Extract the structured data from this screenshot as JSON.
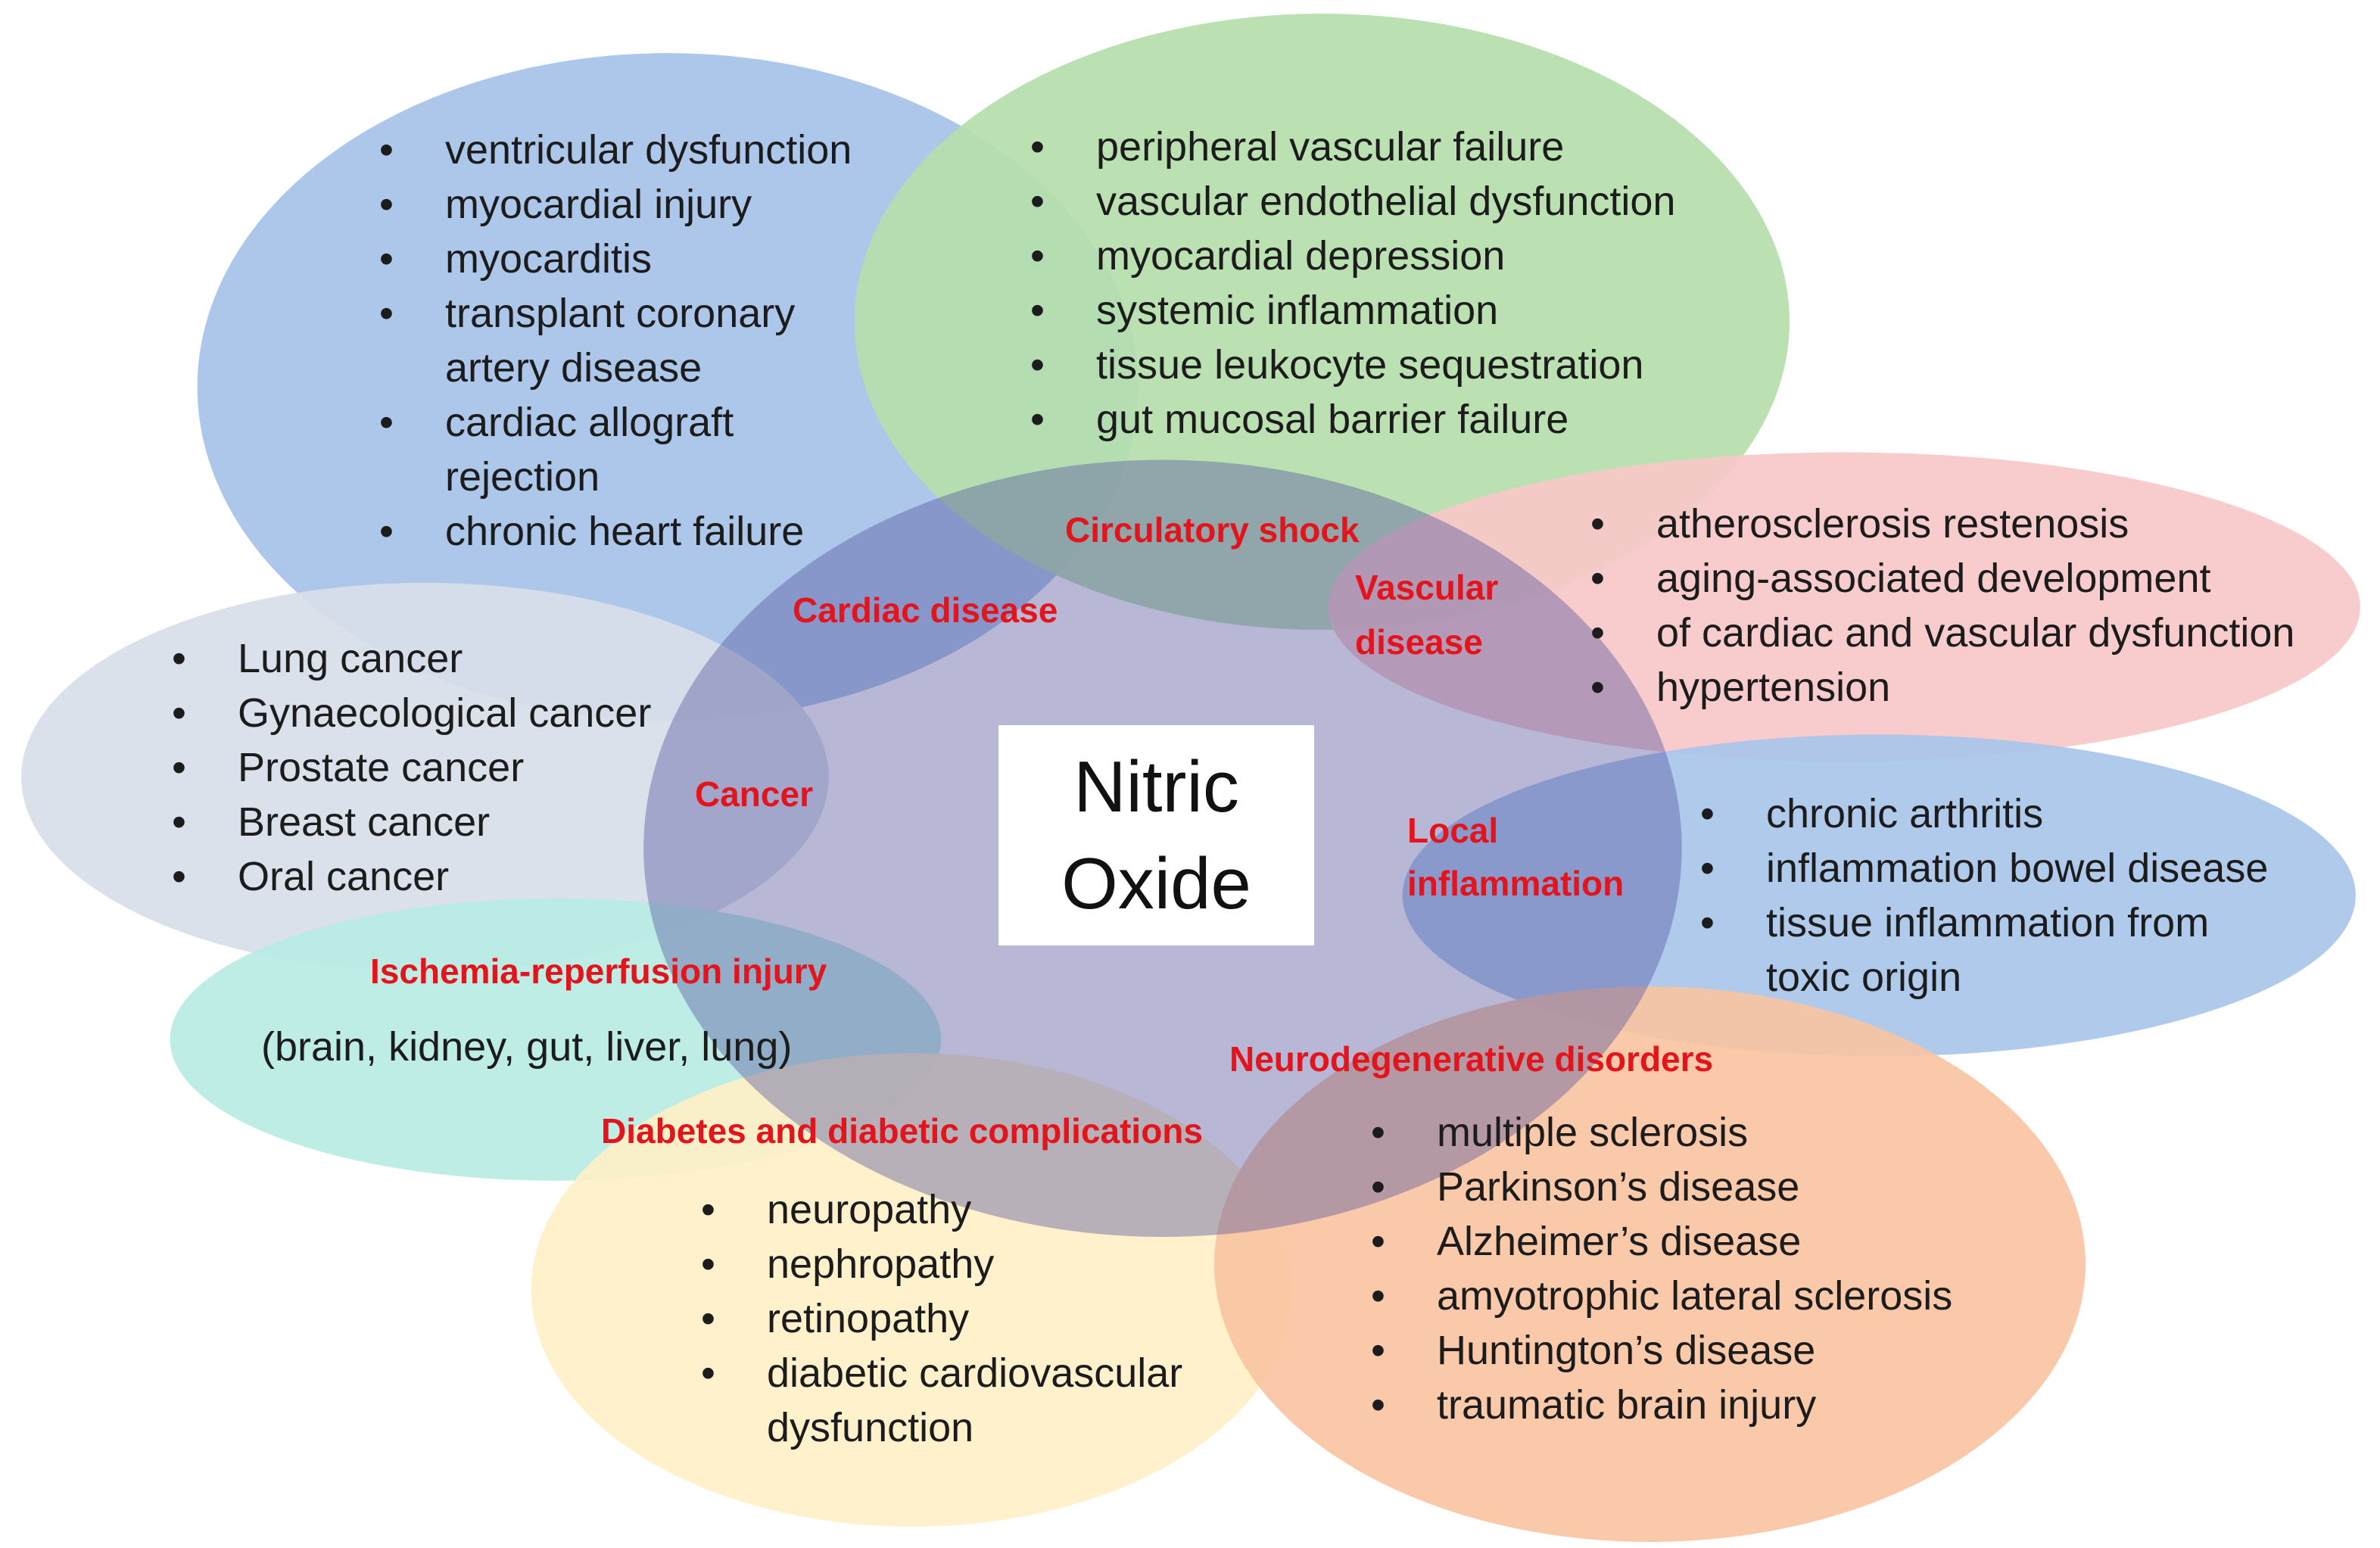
{
  "center": {
    "line1": "Nitric",
    "line2": "Oxide"
  },
  "cardiac": {
    "label": "Cardiac disease",
    "items": [
      "ventricular dysfunction",
      "myocardial injury",
      "myocarditis",
      "transplant coronary\nartery disease",
      "cardiac allograft\nrejection",
      "chronic heart failure"
    ]
  },
  "circulatory": {
    "label": "Circulatory shock",
    "items": [
      "peripheral vascular failure",
      "vascular endothelial dysfunction",
      "myocardial depression",
      "systemic inflammation",
      "tissue leukocyte sequestration",
      "gut mucosal barrier failure"
    ]
  },
  "vascular": {
    "label": "Vascular\ndisease",
    "items": [
      "atherosclerosis restenosis",
      "aging-associated development",
      "of cardiac and vascular dysfunction",
      "hypertension"
    ]
  },
  "cancer": {
    "label": "Cancer",
    "items": [
      "Lung cancer",
      "Gynaecological cancer",
      "Prostate cancer",
      "Breast cancer",
      "Oral cancer"
    ]
  },
  "local": {
    "label": "Local\ninflammation",
    "items": [
      "chronic arthritis",
      "inflammation bowel disease",
      "tissue inflammation from\ntoxic origin"
    ]
  },
  "ischemia": {
    "label": "Ischemia-reperfusion injury",
    "note": "(brain, kidney, gut, liver, lung)"
  },
  "diabetes": {
    "label": "Diabetes and diabetic complications",
    "items": [
      "neuropathy",
      "nephropathy",
      "retinopathy",
      "diabetic cardiovascular\ndysfunction"
    ]
  },
  "neuro": {
    "label": "Neurodegenerative disorders",
    "items": [
      "multiple sclerosis",
      "Parkinson’s disease",
      "Alzheimer’s disease",
      "amyotrophic lateral sclerosis",
      "Huntington’s disease",
      "traumatic brain injury"
    ]
  },
  "colors": {
    "cardiac": "#a6c2e8",
    "circulatory": "#b5deac",
    "vascular": "#f7c8c8",
    "cancer": "#d7dee8",
    "local": "#a9c5ea",
    "ischemia": "#b8ece4",
    "diabetes": "#fef0c8",
    "neuro": "#f8c4a2",
    "central_overlay": "#56569e",
    "label_red": "#e3141b"
  }
}
